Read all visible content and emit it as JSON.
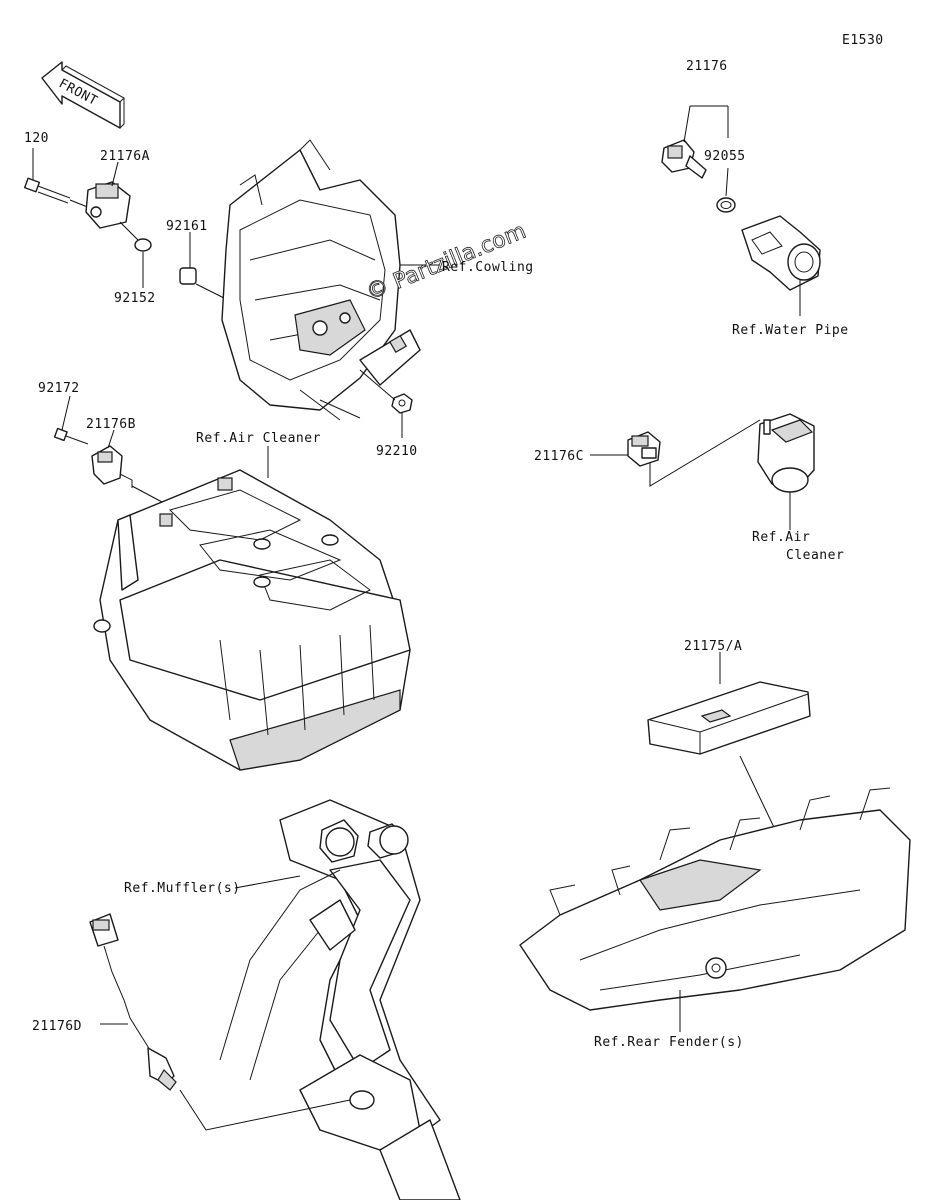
{
  "diagram_code": "E1530",
  "watermark": "© Partzilla.com",
  "front_arrow": {
    "text": "FRONT",
    "icon": "front-direction-arrow-icon"
  },
  "part_labels": [
    {
      "id": "120",
      "text": "120"
    },
    {
      "id": "21176A",
      "text": "21176A"
    },
    {
      "id": "92161",
      "text": "92161"
    },
    {
      "id": "92152",
      "text": "92152"
    },
    {
      "id": "92172",
      "text": "92172"
    },
    {
      "id": "21176B",
      "text": "21176B"
    },
    {
      "id": "92210",
      "text": "92210"
    },
    {
      "id": "21176",
      "text": "21176"
    },
    {
      "id": "92055",
      "text": "92055"
    },
    {
      "id": "21176C",
      "text": "21176C"
    },
    {
      "id": "21175A",
      "text": "21175/A"
    },
    {
      "id": "21176D",
      "text": "21176D"
    }
  ],
  "ref_labels": [
    {
      "id": "cowling",
      "text": "Ref.Cowling"
    },
    {
      "id": "air_cleaner_main",
      "text": "Ref.Air Cleaner"
    },
    {
      "id": "water_pipe",
      "text": "Ref.Water Pipe"
    },
    {
      "id": "air_cleaner_side_1",
      "text": "Ref.Air"
    },
    {
      "id": "air_cleaner_side_2",
      "text": "Cleaner"
    },
    {
      "id": "mufflers",
      "text": "Ref.Muffler(s)"
    },
    {
      "id": "rear_fender",
      "text": "Ref.Rear Fender(s)"
    }
  ]
}
